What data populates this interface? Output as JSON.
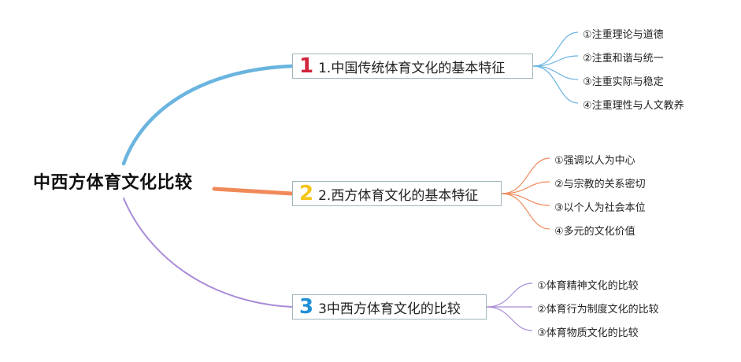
{
  "root": {
    "label": "中西方体育文化比较"
  },
  "branches": [
    {
      "number": "1",
      "number_color": "#d0243a",
      "branch_color": "#6ab4e0",
      "label": "1.中国传统体育文化的基本特征",
      "children": [
        "①注重理论与道德",
        "②注重和谐与统一",
        "③注重实际与稳定",
        "④注重理性与人文教养"
      ]
    },
    {
      "number": "2",
      "number_color": "#f5c518",
      "branch_color": "#f08a5a",
      "label": "2.西方体育文化的基本特征",
      "children": [
        "①强调以人为中心",
        "②与宗教的关系密切",
        "③以个人为社会本位",
        "④多元的文化价值"
      ]
    },
    {
      "number": "3",
      "number_color": "#1e90d6",
      "branch_color": "#a98bd8",
      "label": "3中西方体育文化的比较",
      "children": [
        "①体育精神文化的比较",
        "②体育行为制度文化的比较",
        "③体育物质文化的比较"
      ]
    }
  ]
}
